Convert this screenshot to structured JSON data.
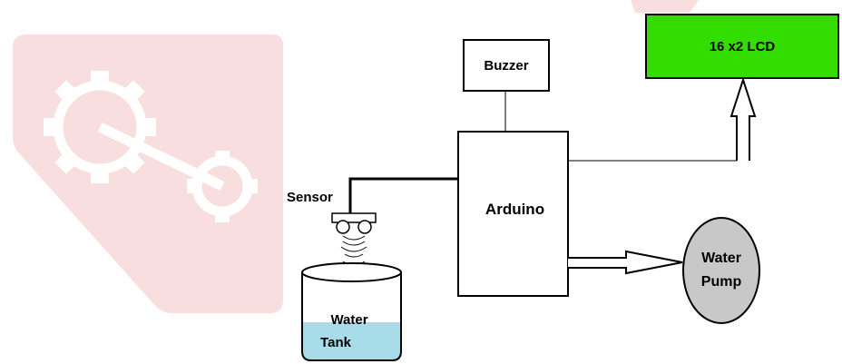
{
  "diagram": {
    "blocks": {
      "buzzer": "Buzzer",
      "lcd": "16 x2 LCD",
      "arduino": "Arduino",
      "pump_line1": "Water",
      "pump_line2": "Pump",
      "sensor": "Sensor",
      "tank_line1": "Water",
      "tank_line2": "Tank"
    },
    "colors": {
      "lcd_fill": "#33dd00",
      "pump_fill": "#c8c8c8",
      "water_fill": "#a8dce8",
      "watermark": "#f4d4d4",
      "line": "#000000"
    },
    "icons": {
      "logo": "gear-logo-watermark",
      "sensor": "ultrasonic-sensor-icon",
      "waves": "sound-wave-icon"
    }
  }
}
